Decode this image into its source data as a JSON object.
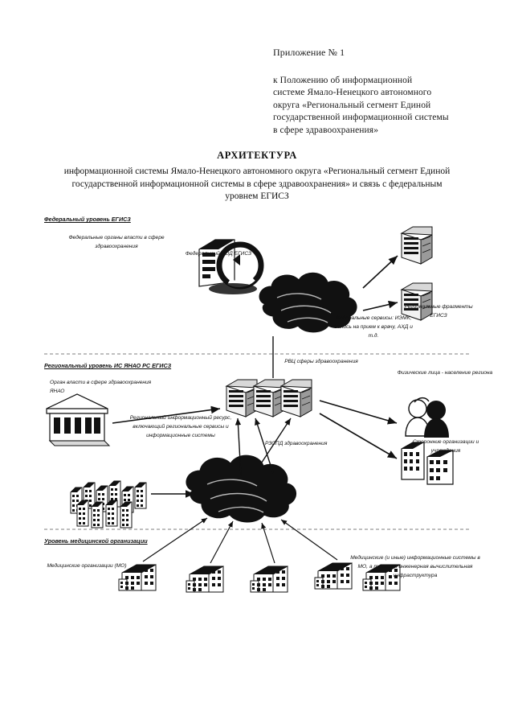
{
  "header": {
    "appendix": "Приложение № 1",
    "lines": [
      "к Положению об информационной",
      "системе Ямало-Ненецкого автономного",
      "округа «Региональный сегмент Единой",
      "государственной информационной системы",
      "в сфере здравоохранения»"
    ]
  },
  "title": {
    "main": "АРХИТЕКТУРА",
    "subtitle": "информационной системы Ямало-Ненецкого автономного округа «Региональный сегмент Единой государственной информационной системы в сфере здравоохранения» и связь с федеральным уровнем ЕГИСЗ"
  },
  "diagram": {
    "bands": [
      {
        "id": "federal",
        "label": "Федеральный уровень ЕГИСЗ"
      },
      {
        "id": "regional",
        "label": "Региональный уровень ИС ЯНАО РС ЕГИСЗ"
      },
      {
        "id": "medical",
        "label": "Уровень медицинской организации"
      }
    ],
    "nodes": {
      "federal_authorities": "Федеральные органы власти в сфере здравоохранения",
      "federal_dc": "Федеральный ЦОД ЕГИСЗ",
      "federal_services": "Федеральные сервисы: ИЭМК, Запись на прием к врачу, АХД и т.д.",
      "regional_fragments": "Региональные фрагменты ЕГИСЗ",
      "health_authority_yanao": "Орган власти в сфере здравоохранения ЯНАО",
      "rvc_health": "РВЦ сферы здравоохранения",
      "regional_resource": "Региональный информационный ресурс, включающий региональные сервисы и информационные системы",
      "rzspd": "РЗСПД здравоохранения",
      "individuals": "Физические лица - население региона",
      "third_parties": "Сторонние организации и учреждения",
      "medical_orgs": "Медицинские организации (МО)",
      "mis_infrastructure": "Медицинские (и иные) информационные системы в МО, а также их инженерная вычислительная инфраструктура"
    }
  },
  "colors": {
    "ink": "#111111",
    "paper": "#ffffff",
    "rule": "#555555"
  }
}
